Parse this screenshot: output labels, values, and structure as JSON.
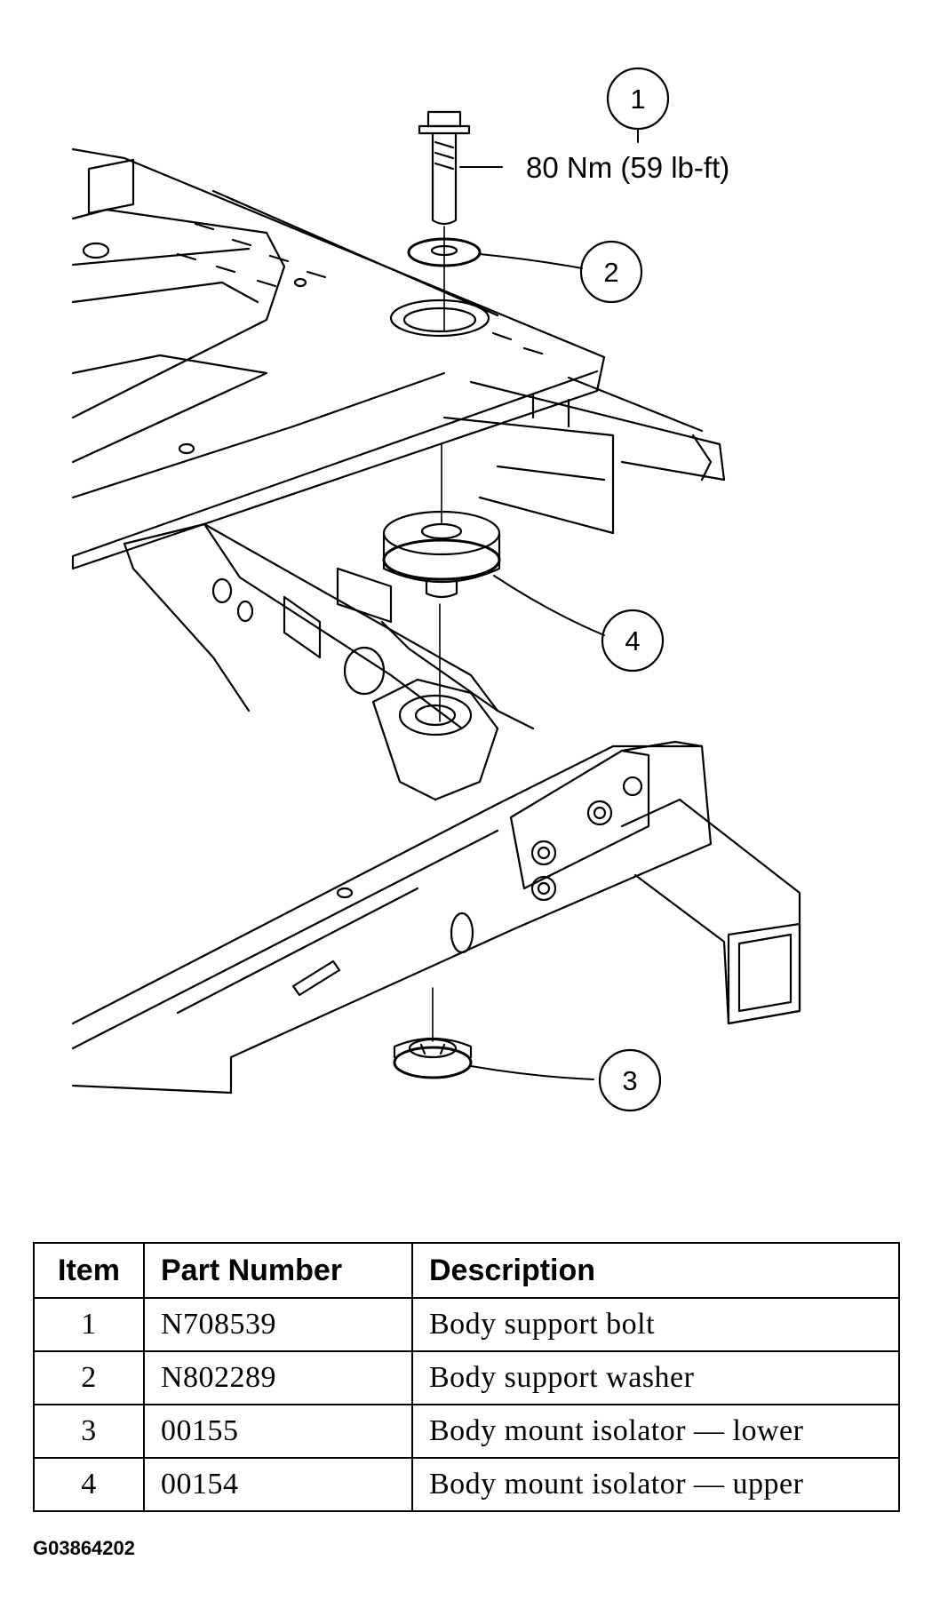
{
  "figure": {
    "callouts": [
      {
        "number": "1",
        "spec": "80 Nm (59 lb-ft)"
      },
      {
        "number": "2"
      },
      {
        "number": "3"
      },
      {
        "number": "4"
      }
    ]
  },
  "table": {
    "headers": [
      "Item",
      "Part Number",
      "Description"
    ],
    "rows": [
      {
        "item": "1",
        "part_number": "N708539",
        "description": "Body support bolt"
      },
      {
        "item": "2",
        "part_number": "N802289",
        "description": "Body support washer"
      },
      {
        "item": "3",
        "part_number": "00155",
        "description": "Body mount isolator — lower"
      },
      {
        "item": "4",
        "part_number": "00154",
        "description": "Body mount isolator — upper"
      }
    ]
  },
  "figure_code": "G03864202"
}
